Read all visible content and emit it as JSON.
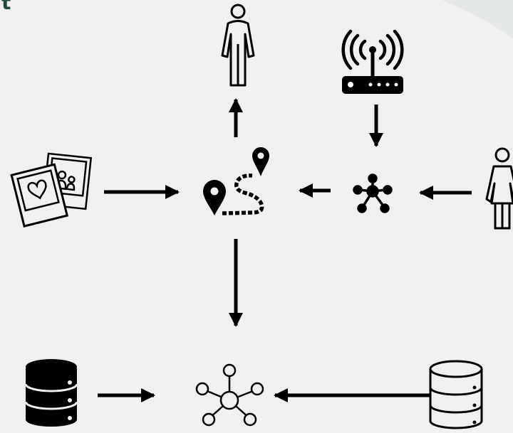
{
  "corner_text": "t",
  "colors": {
    "background": "#f1f0ee",
    "ink": "#000000",
    "corner_text": "#1f4a3c"
  },
  "nodes": [
    {
      "id": "person-male",
      "icon": "person-icon"
    },
    {
      "id": "wifi-router",
      "icon": "wifi-router-icon"
    },
    {
      "id": "photos",
      "icon": "photos-icon"
    },
    {
      "id": "route-map",
      "icon": "route-map-icon"
    },
    {
      "id": "hub-small",
      "icon": "network-hub-icon"
    },
    {
      "id": "person-female",
      "icon": "person-icon"
    },
    {
      "id": "database-filled",
      "icon": "database-icon"
    },
    {
      "id": "hub-large",
      "icon": "network-hub-icon"
    },
    {
      "id": "database-outline",
      "icon": "database-icon"
    }
  ],
  "edges": [
    {
      "from": "route-map",
      "to": "person-male"
    },
    {
      "from": "wifi-router",
      "to": "hub-small"
    },
    {
      "from": "photos",
      "to": "route-map"
    },
    {
      "from": "hub-small",
      "to": "route-map"
    },
    {
      "from": "person-female",
      "to": "hub-small"
    },
    {
      "from": "route-map",
      "to": "hub-large"
    },
    {
      "from": "database-filled",
      "to": "hub-large"
    },
    {
      "from": "database-outline",
      "to": "hub-large"
    }
  ]
}
